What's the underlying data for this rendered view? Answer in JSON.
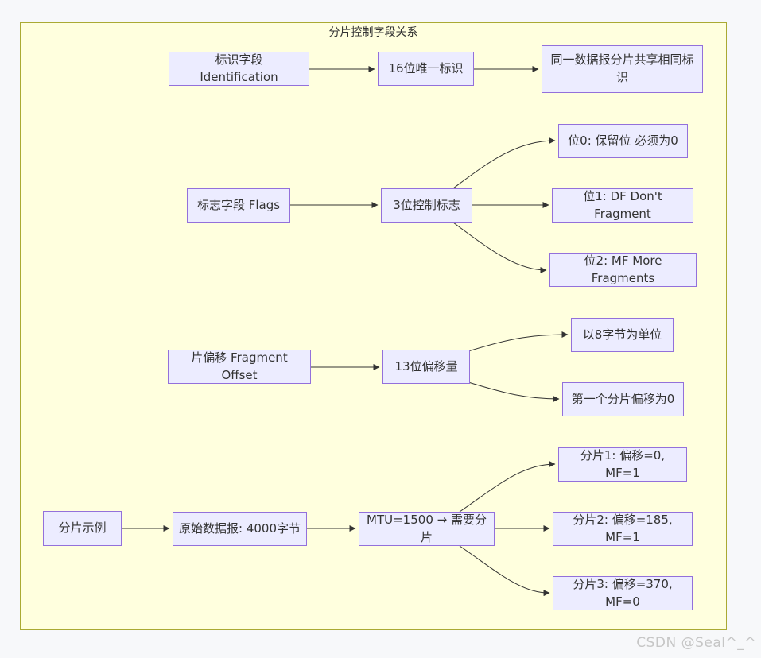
{
  "page": {
    "background_color": "#f7f8fa",
    "watermark": "CSDN @Seal^_^"
  },
  "diagram": {
    "title": "分片控制字段关系",
    "colors": {
      "panel_fill": "#ffffde",
      "panel_border": "#aaaa33",
      "node_fill": "#ECECFF",
      "node_border": "#9370DB",
      "edge": "#333333",
      "text": "#333333"
    },
    "nodes": {
      "id_field": "标识字段 Identification",
      "id_16bit": "16位唯一标识",
      "id_shared": "同一数据报分片共享相同标识",
      "flags_field": "标志字段 Flags",
      "flags_3bit": "3位控制标志",
      "bit0": "位0: 保留位 必须为0",
      "bit1": "位1: DF Don't Fragment",
      "bit2": "位2: MF More Fragments",
      "offset_field": "片偏移 Fragment Offset",
      "offset_13bit": "13位偏移量",
      "unit8": "以8字节为单位",
      "first0": "第一个分片偏移为0",
      "example": "分片示例",
      "orig_datagram": "原始数据报: 4000字节",
      "mtu": "MTU=1500 → 需要分片",
      "frag1": "分片1: 偏移=0, MF=1",
      "frag2": "分片2: 偏移=185, MF=1",
      "frag3": "分片3: 偏移=370, MF=0"
    },
    "connections": [
      [
        "id_field",
        "id_16bit"
      ],
      [
        "id_16bit",
        "id_shared"
      ],
      [
        "flags_field",
        "flags_3bit"
      ],
      [
        "flags_3bit",
        "bit0"
      ],
      [
        "flags_3bit",
        "bit1"
      ],
      [
        "flags_3bit",
        "bit2"
      ],
      [
        "offset_field",
        "offset_13bit"
      ],
      [
        "offset_13bit",
        "unit8"
      ],
      [
        "offset_13bit",
        "first0"
      ],
      [
        "example",
        "orig_datagram"
      ],
      [
        "orig_datagram",
        "mtu"
      ],
      [
        "mtu",
        "frag1"
      ],
      [
        "mtu",
        "frag2"
      ],
      [
        "mtu",
        "frag3"
      ]
    ]
  }
}
